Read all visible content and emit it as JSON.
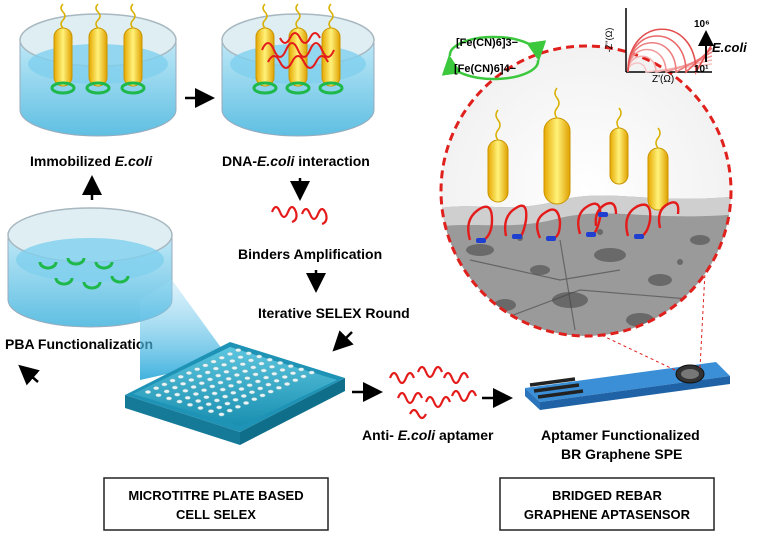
{
  "colors": {
    "dish_water": "#8fd3ee",
    "dish_rim": "#d9e4e8",
    "bacteria": "#f5c400",
    "aptamer": "#e41b1b",
    "ring_arrow": "#3cc83c",
    "plate": "#2aa9c9",
    "electrode": "#3a8fd6",
    "dashed_circle": "#e0201c",
    "impedance_curve": "#f08080"
  },
  "labels": {
    "immobilized_prefix": "Immobilized ",
    "immobilized_italic": "E.coli",
    "dna_prefix": "DNA-",
    "dna_italic": "E.coli",
    "dna_suffix": " interaction",
    "binders": "Binders Amplification",
    "selex_round": "Iterative SELEX Round",
    "pba": "PBA Functionalization",
    "anti_prefix": "Anti- ",
    "anti_italic": "E.coli",
    "anti_suffix": " aptamer",
    "spe_line1": "Aptamer Functionalized",
    "spe_line2": "BR Graphene SPE"
  },
  "boxes": {
    "left_line1": "MICROTITRE PLATE BASED",
    "left_line2": "CELL SELEX",
    "right_line1": "BRIDGED REBAR",
    "right_line2": "GRAPHENE APTASENSOR"
  },
  "redox": {
    "ox": "[Fe(CN)6]3−",
    "red": "[Fe(CN)6]4−"
  },
  "impedance": {
    "y_axis": "-Z''(Ω)",
    "x_axis": "Z'(Ω)",
    "high": "10⁶",
    "low": "10¹",
    "species": "E.coli"
  }
}
